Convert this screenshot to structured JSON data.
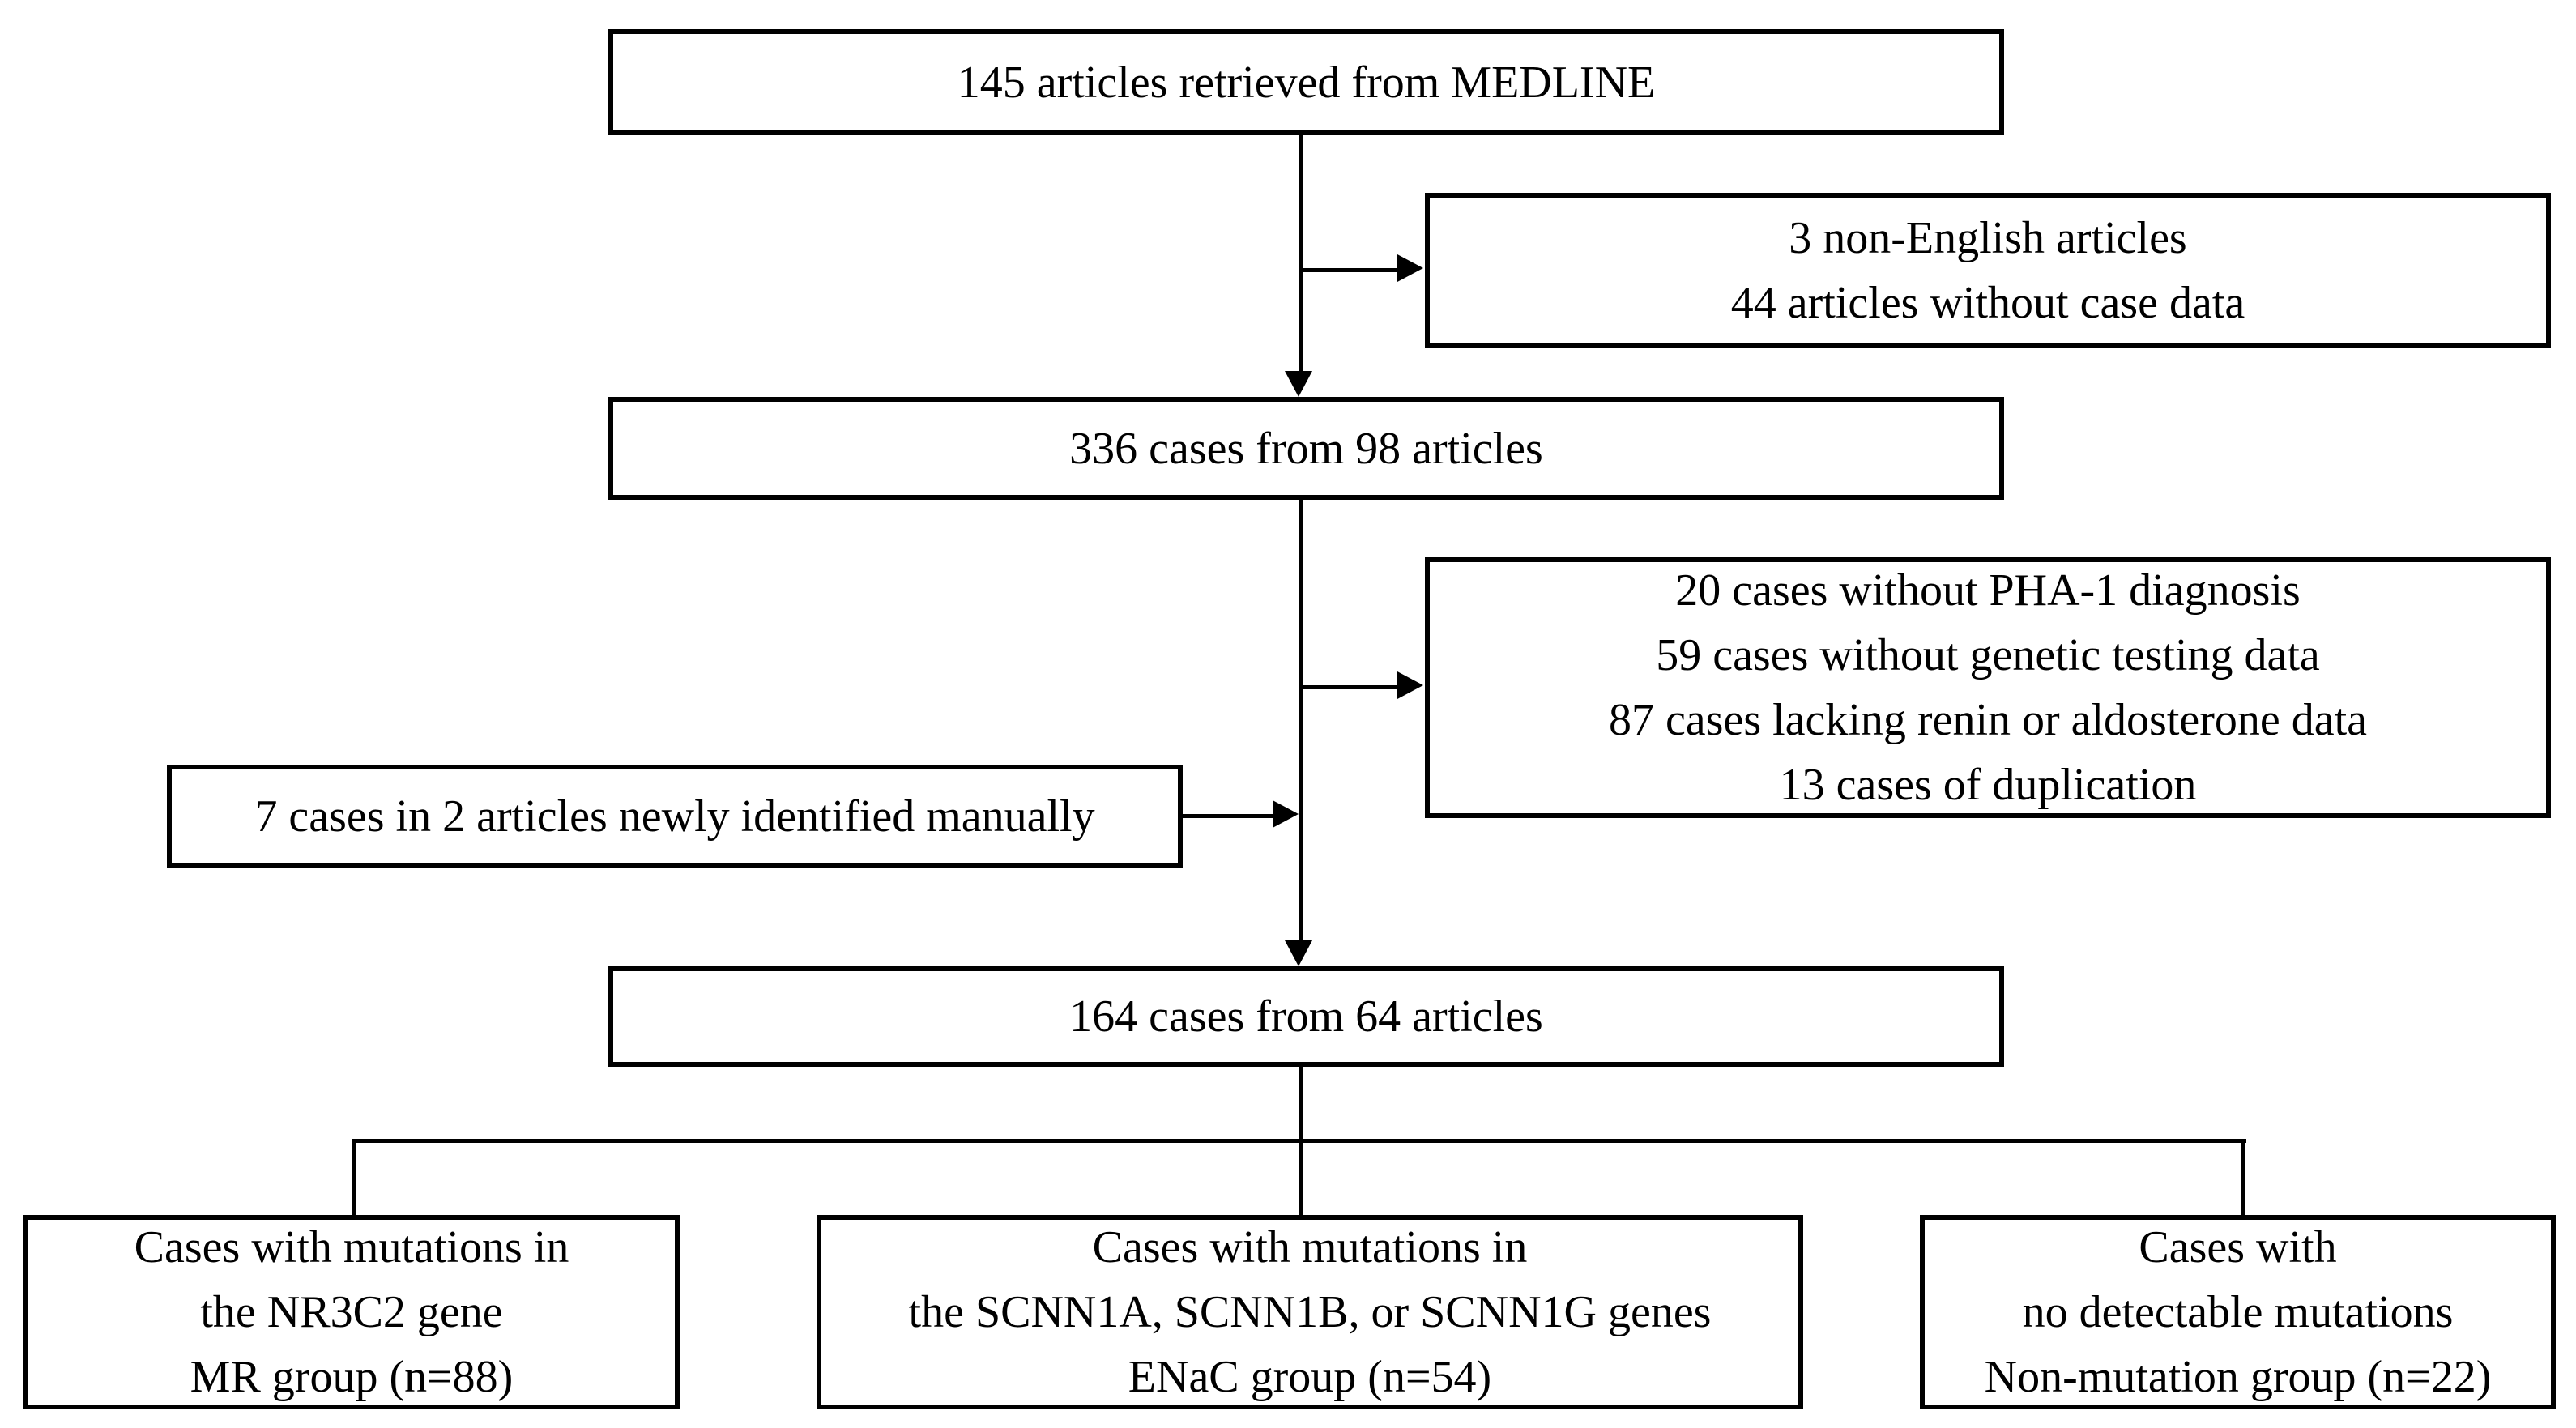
{
  "flowchart": {
    "nodes": {
      "retrieved": {
        "lines": [
          "145 articles retrieved from MEDLINE"
        ]
      },
      "excluded_articles": {
        "lines": [
          "3 non-English articles",
          "44 articles without case data"
        ]
      },
      "cases_screened": {
        "lines": [
          "336 cases from 98 articles"
        ]
      },
      "excluded_cases": {
        "lines": [
          "20 cases without PHA-1 diagnosis",
          "59 cases without genetic testing data",
          "87 cases lacking renin or aldosterone data",
          "13 cases of duplication"
        ]
      },
      "manually_identified": {
        "lines": [
          "7 cases in 2 articles newly identified manually"
        ]
      },
      "final_cases": {
        "lines": [
          "164 cases from 64 articles"
        ]
      },
      "mr_group": {
        "lines": [
          "Cases with mutations in",
          "the NR3C2 gene",
          "MR group (n=88)"
        ]
      },
      "enac_group": {
        "lines": [
          "Cases with mutations in",
          "the SCNN1A, SCNN1B, or SCNN1G genes",
          "ENaC group (n=54)"
        ]
      },
      "non_mutation_group": {
        "lines": [
          "Cases with",
          "no detectable mutations",
          "Non-mutation group (n=22)"
        ]
      }
    },
    "colors": {
      "line": "#000000",
      "background": "#ffffff",
      "text": "#000000"
    }
  }
}
